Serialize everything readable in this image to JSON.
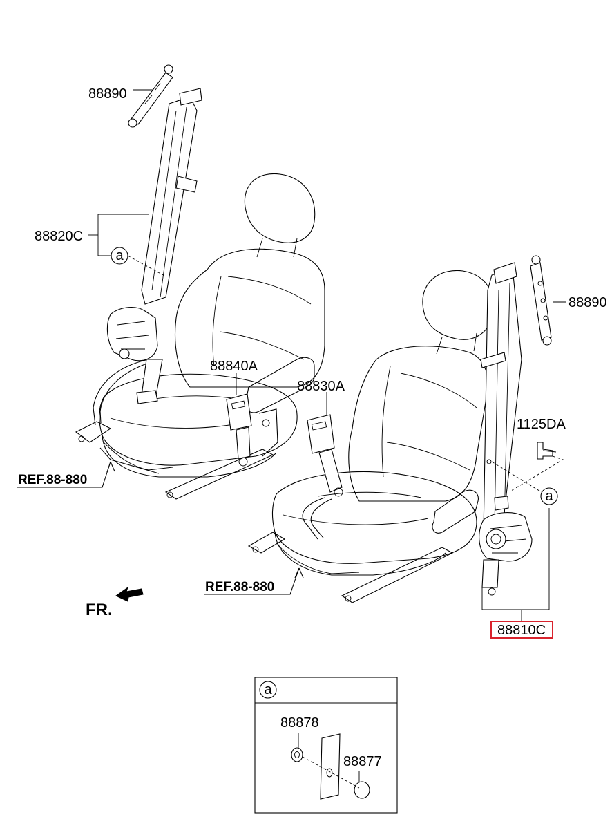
{
  "labels": {
    "retractor_upper_left": "88890",
    "belt_assembly_left": "88820C",
    "buckle_left": "88840A",
    "buckle_right": "88830A",
    "retractor_upper_right": "88890",
    "bolt": "1125DA",
    "belt_assembly_right": "88810C",
    "ref_left": "REF.88-880",
    "ref_right": "REF.88-880",
    "front": "FR.",
    "circle_a_left": "a",
    "circle_a_right": "a",
    "inset_title": "a",
    "inset_part_1": "88878",
    "inset_part_2": "88877"
  },
  "highlight": {
    "part": "88810C",
    "color": "#d9232d"
  }
}
